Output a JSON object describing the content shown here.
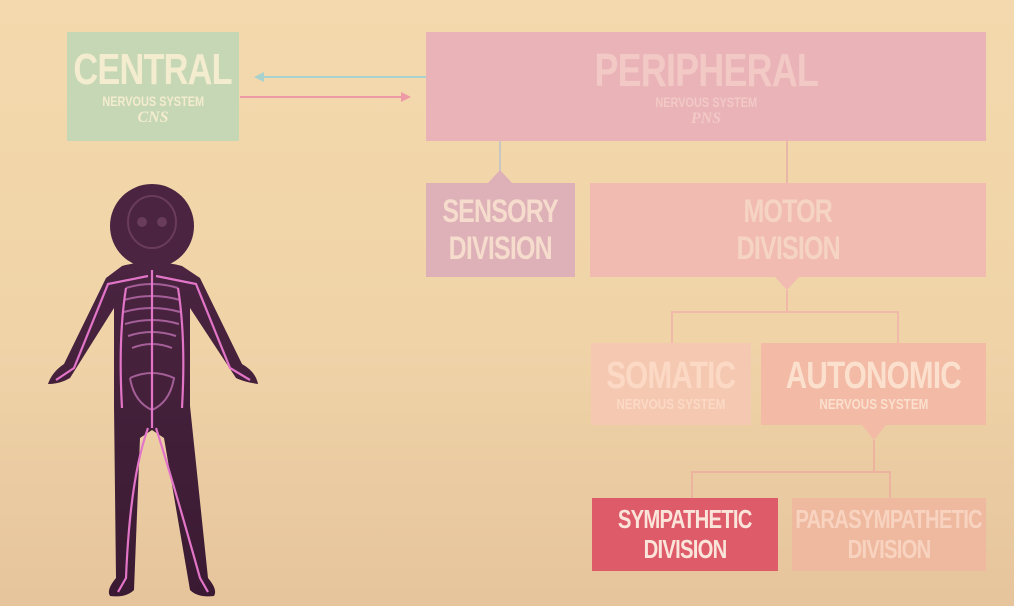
{
  "colors": {
    "background": "#f3d9ad",
    "cns": "#c6d7b6",
    "pns": "#e9b3b7",
    "sensory": "#deb0b7",
    "motor": "#f1bbb2",
    "somatic": "#f5c8b2",
    "autonomic": "#f3baa6",
    "sympathetic_highlight": "#de5c6a",
    "parasympathetic": "#efb9a0"
  },
  "cns": {
    "title": "CENTRAL",
    "subtitle": "NERVOUS SYSTEM",
    "abbr": "CNS"
  },
  "pns": {
    "title": "PERIPHERAL",
    "subtitle": "NERVOUS SYSTEM",
    "abbr": "PNS"
  },
  "sensory": {
    "line1": "SENSORY",
    "line2": "DIVISION"
  },
  "motor": {
    "line1": "MOTOR",
    "line2": "DIVISION"
  },
  "somatic": {
    "title": "SOMATIC",
    "subtitle": "NERVOUS SYSTEM"
  },
  "autonomic": {
    "title": "AUTONOMIC",
    "subtitle": "NERVOUS SYSTEM"
  },
  "sympathetic": {
    "line1": "SYMPATHETIC",
    "line2": "DIVISION",
    "highlighted": true
  },
  "parasympathetic": {
    "line1": "PARASYMPATHETIC",
    "line2": "DIVISION"
  },
  "figure": {
    "icon": "human-nervous-system-icon"
  }
}
